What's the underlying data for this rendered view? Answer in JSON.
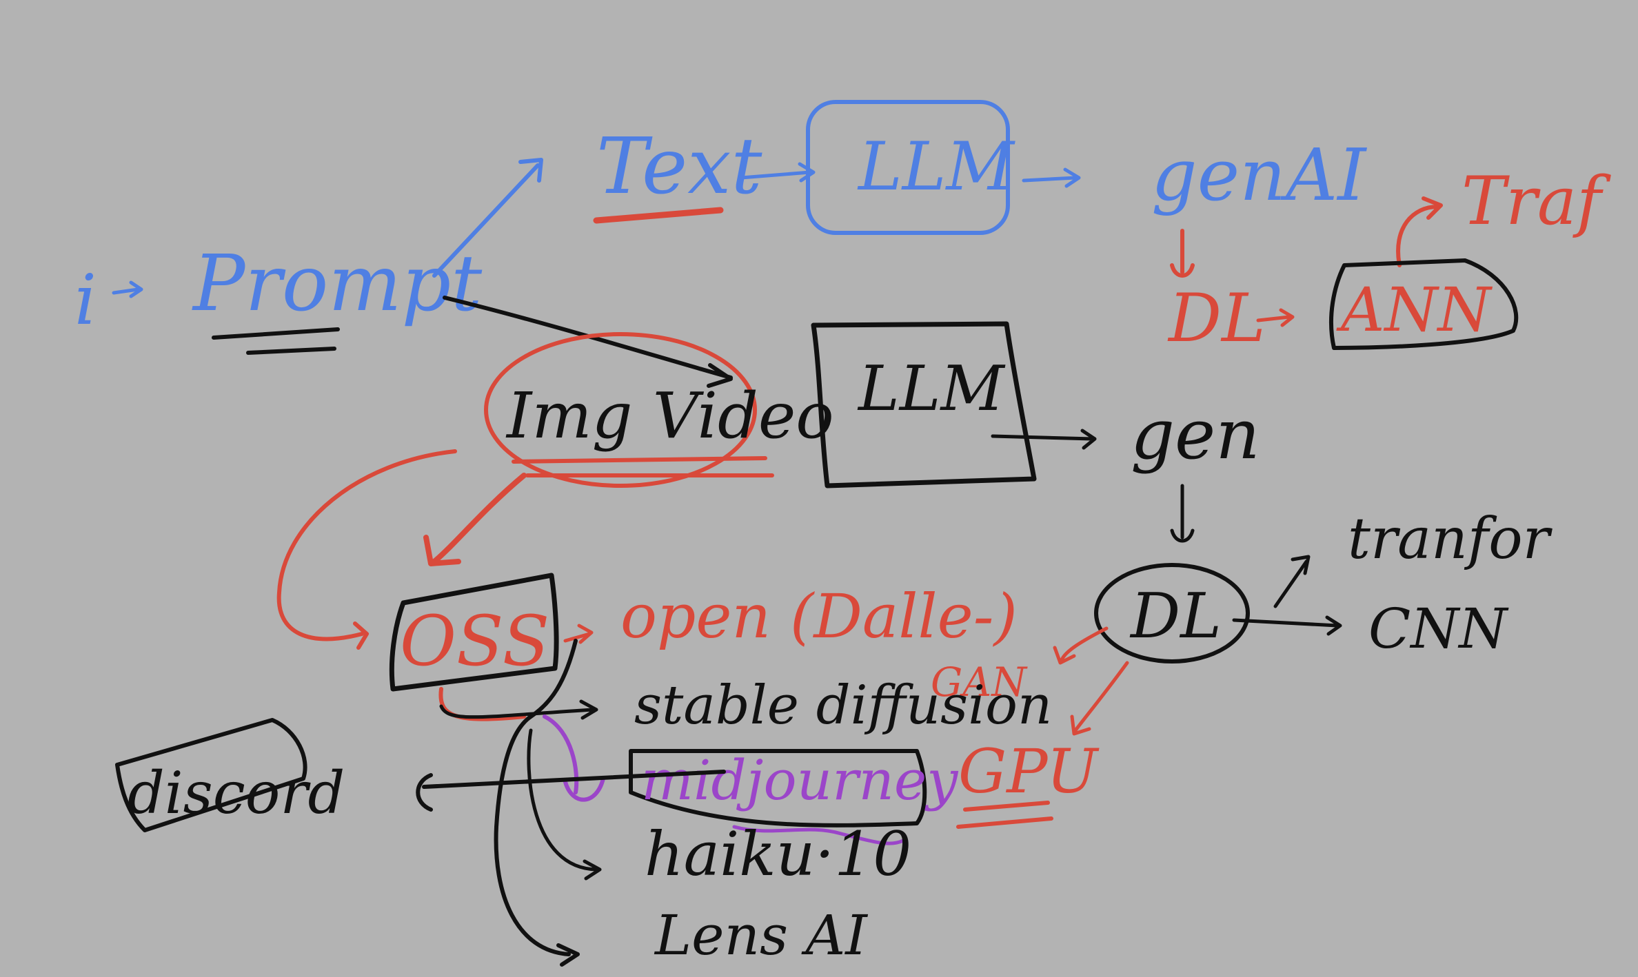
{
  "colors": {
    "background": "#b3b3b3",
    "page": "#ffffff",
    "blue": "#4f7fe3",
    "red": "#d9493a",
    "black": "#111111",
    "purple": "#9b45c9"
  },
  "labels": {
    "i": "i",
    "prompt": "Prompt",
    "text": "Text",
    "llm_top": "LLM",
    "genai": "genAI",
    "traf": "Traf",
    "dl_red": "DL",
    "ann": "ANN",
    "img_video": "Img Video",
    "llm_mid": "LLM",
    "gen": "gen",
    "oss": "OSS",
    "openai": "open (Dalle-)",
    "stable_diffusion": "stable diffusion",
    "midjourney": "midjourney",
    "haiku": "haiku·10",
    "lens_ai": "Lens AI",
    "discord": "discord",
    "gan": "GAN",
    "gpu": "GPU",
    "dl_black": "DL",
    "transformer": "tranfor",
    "cnn": "CNN"
  }
}
